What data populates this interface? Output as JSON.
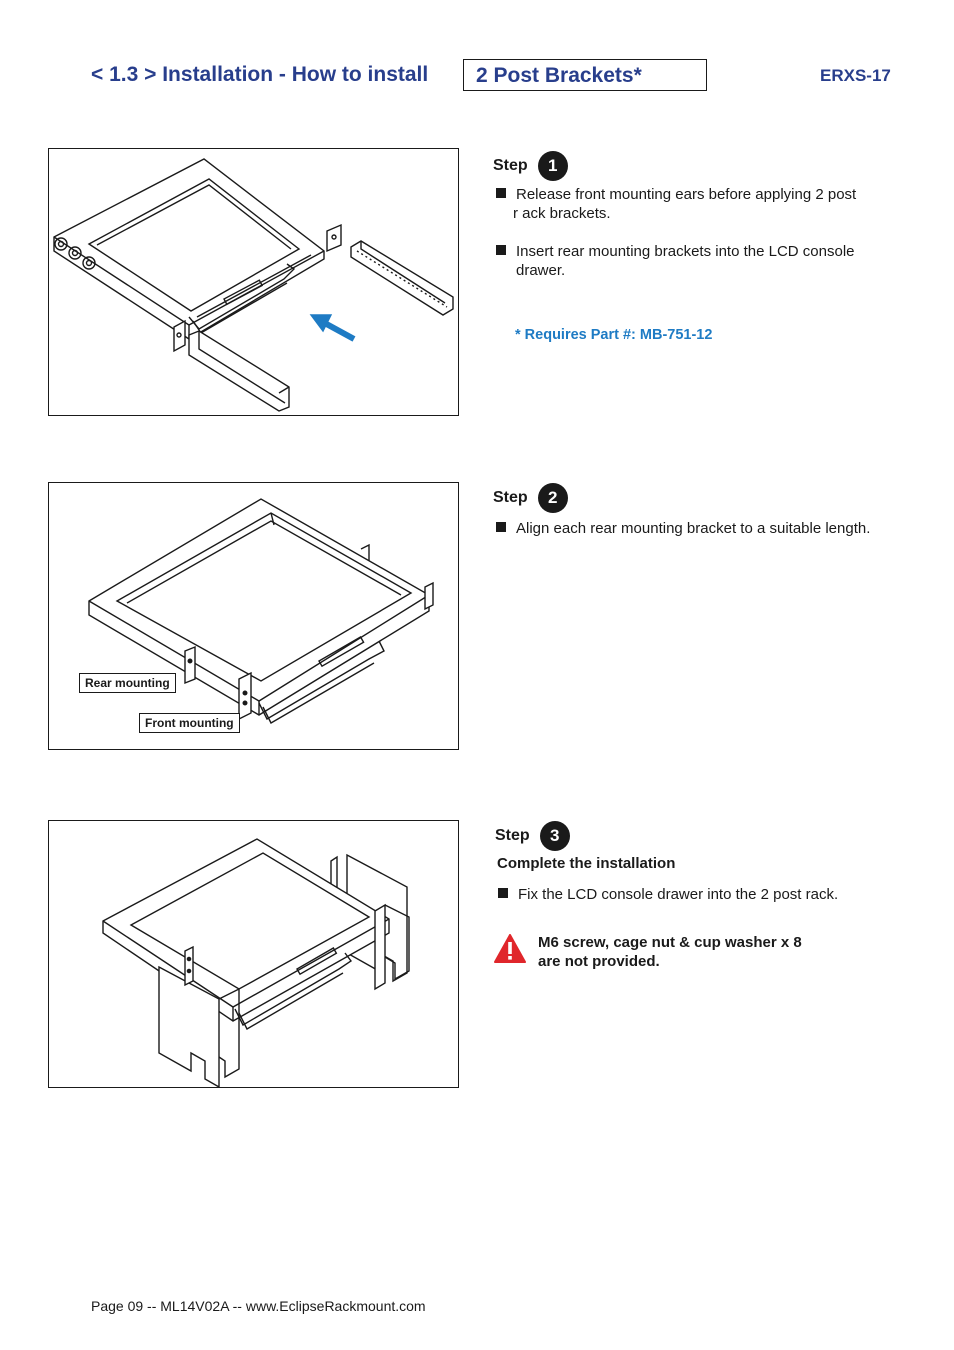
{
  "header": {
    "title": "< 1.3 > Installation - How to install",
    "boxed_title": "2 Post Brackets*",
    "model": "ERXS-17"
  },
  "steps": [
    {
      "label": "Step",
      "number": "1",
      "bullets": [
        [
          "Release front mounting ears before applying 2 post",
          "r ack brackets."
        ],
        [
          "Insert rear mounting brackets into the LCD console",
          "drawer."
        ]
      ],
      "note": "* Requires Part #: MB-751-12"
    },
    {
      "label": "Step",
      "number": "2",
      "bullets": [
        [
          "Align each rear mounting bracket to a suitable length."
        ]
      ],
      "callouts": [
        "Rear mounting",
        "Front mounting"
      ]
    },
    {
      "label": "Step",
      "number": "3",
      "subheading": "Complete the installation",
      "bullets": [
        [
          "Fix the LCD console drawer into the 2 post rack."
        ]
      ],
      "warning": [
        "M6 screw, cage nut & cup washer x 8",
        "are not provided."
      ]
    }
  ],
  "footer": "Page 09 -- ML14V02A -- www.EclipseRackmount.com",
  "colors": {
    "title_blue": "#283e8c",
    "note_blue": "#1e7bc4",
    "arrow_blue": "#1e7bc4",
    "warning_red": "#e0262b"
  },
  "icons": [
    "warning-icon",
    "arrow-icon"
  ]
}
